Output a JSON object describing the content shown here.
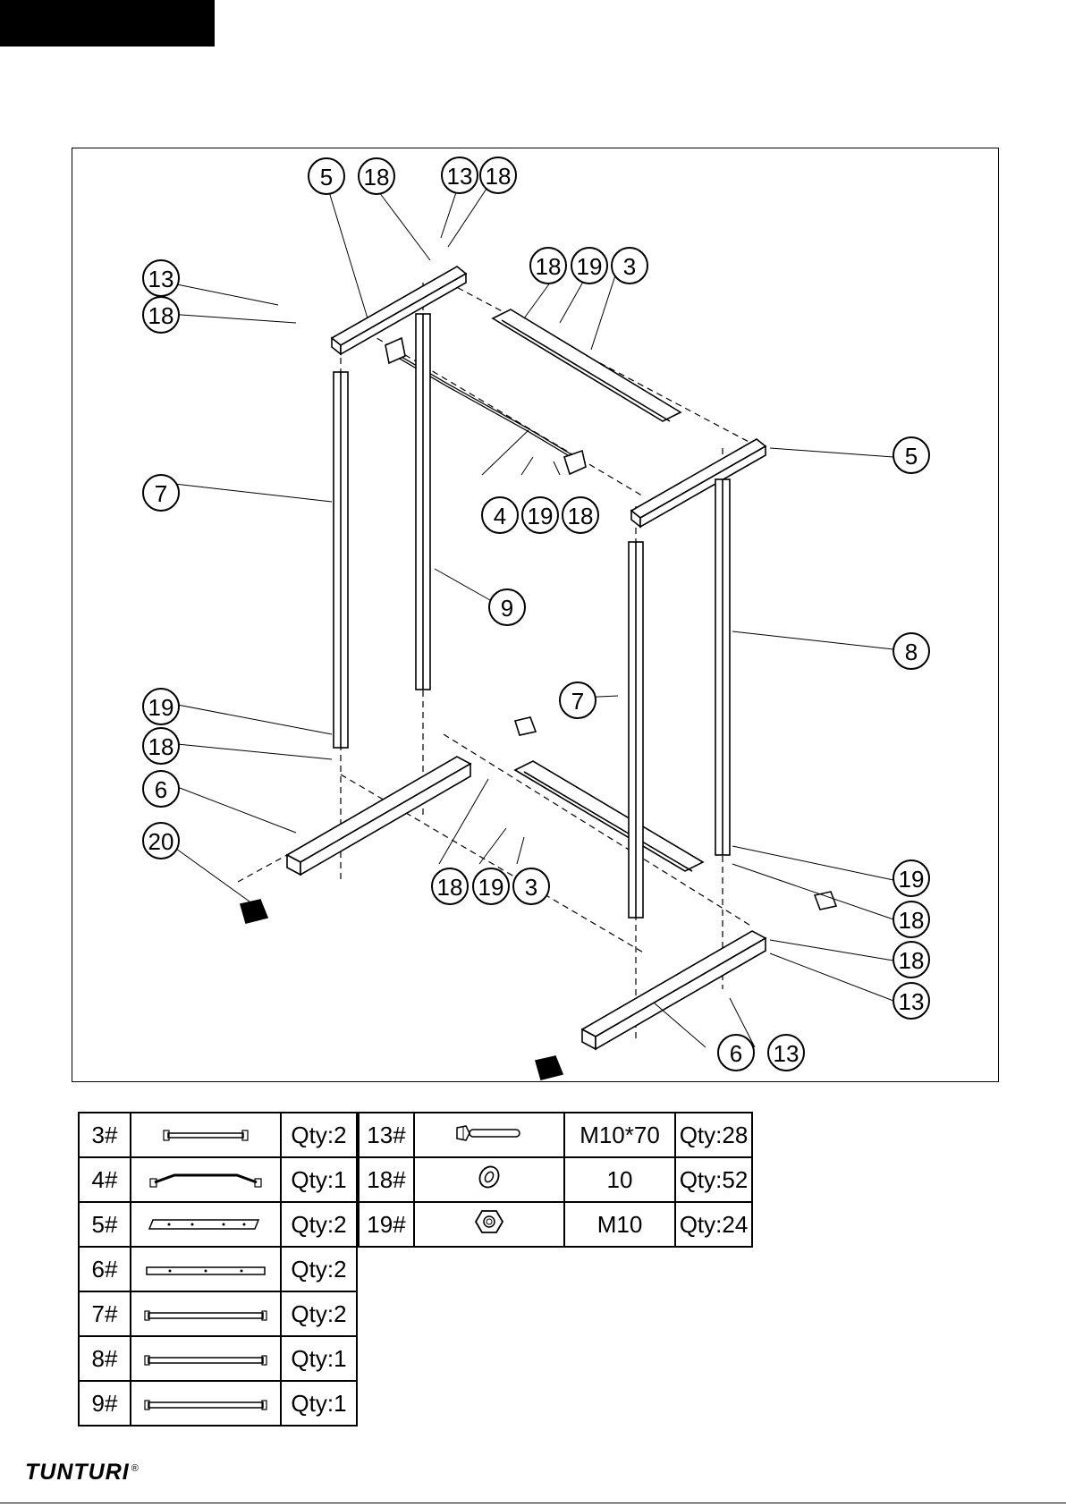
{
  "diagram": {
    "callouts": [
      {
        "id": "c-5-top",
        "label": "5"
      },
      {
        "id": "c-18-top",
        "label": "18"
      },
      {
        "id": "c-13-top",
        "label": "13"
      },
      {
        "id": "c-18-top2",
        "label": "18"
      },
      {
        "id": "c-13-left",
        "label": "13"
      },
      {
        "id": "c-18-left",
        "label": "18"
      },
      {
        "id": "c-18-mid",
        "label": "18"
      },
      {
        "id": "c-19-mid",
        "label": "19"
      },
      {
        "id": "c-3-mid",
        "label": "3"
      },
      {
        "id": "c-5-right",
        "label": "5"
      },
      {
        "id": "c-7-left",
        "label": "7"
      },
      {
        "id": "c-4",
        "label": "4"
      },
      {
        "id": "c-19-bar",
        "label": "19"
      },
      {
        "id": "c-18-bar",
        "label": "18"
      },
      {
        "id": "c-9",
        "label": "9"
      },
      {
        "id": "c-8",
        "label": "8"
      },
      {
        "id": "c-7-mid",
        "label": "7"
      },
      {
        "id": "c-19-lower",
        "label": "19"
      },
      {
        "id": "c-18-lower",
        "label": "18"
      },
      {
        "id": "c-6-left",
        "label": "6"
      },
      {
        "id": "c-20",
        "label": "20"
      },
      {
        "id": "c-18-bot",
        "label": "18"
      },
      {
        "id": "c-19-bot",
        "label": "19"
      },
      {
        "id": "c-3-bot",
        "label": "3"
      },
      {
        "id": "c-19-right",
        "label": "19"
      },
      {
        "id": "c-18-right",
        "label": "18"
      },
      {
        "id": "c-18-right2",
        "label": "18"
      },
      {
        "id": "c-13-right",
        "label": "13"
      },
      {
        "id": "c-6-bot",
        "label": "6"
      },
      {
        "id": "c-13-bot",
        "label": "13"
      }
    ]
  },
  "parts_left": [
    {
      "no": "3#",
      "qty": "Qty:2",
      "icon": "crossbar-icon"
    },
    {
      "no": "4#",
      "qty": "Qty:1",
      "icon": "pullup-bar-icon"
    },
    {
      "no": "5#",
      "qty": "Qty:2",
      "icon": "top-bar-icon"
    },
    {
      "no": "6#",
      "qty": "Qty:2",
      "icon": "base-bar-icon"
    },
    {
      "no": "7#",
      "qty": "Qty:2",
      "icon": "upright-icon"
    },
    {
      "no": "8#",
      "qty": "Qty:1",
      "icon": "upright-icon"
    },
    {
      "no": "9#",
      "qty": "Qty:1",
      "icon": "upright-icon"
    }
  ],
  "parts_right": [
    {
      "no": "13#",
      "spec": "M10*70",
      "qty": "Qty:28",
      "icon": "bolt-icon"
    },
    {
      "no": "18#",
      "spec": "10",
      "qty": "Qty:52",
      "icon": "washer-icon"
    },
    {
      "no": "19#",
      "spec": "M10",
      "qty": "Qty:24",
      "icon": "nut-icon"
    }
  ],
  "brand": {
    "name": "TUNTURI",
    "mark": "®"
  }
}
